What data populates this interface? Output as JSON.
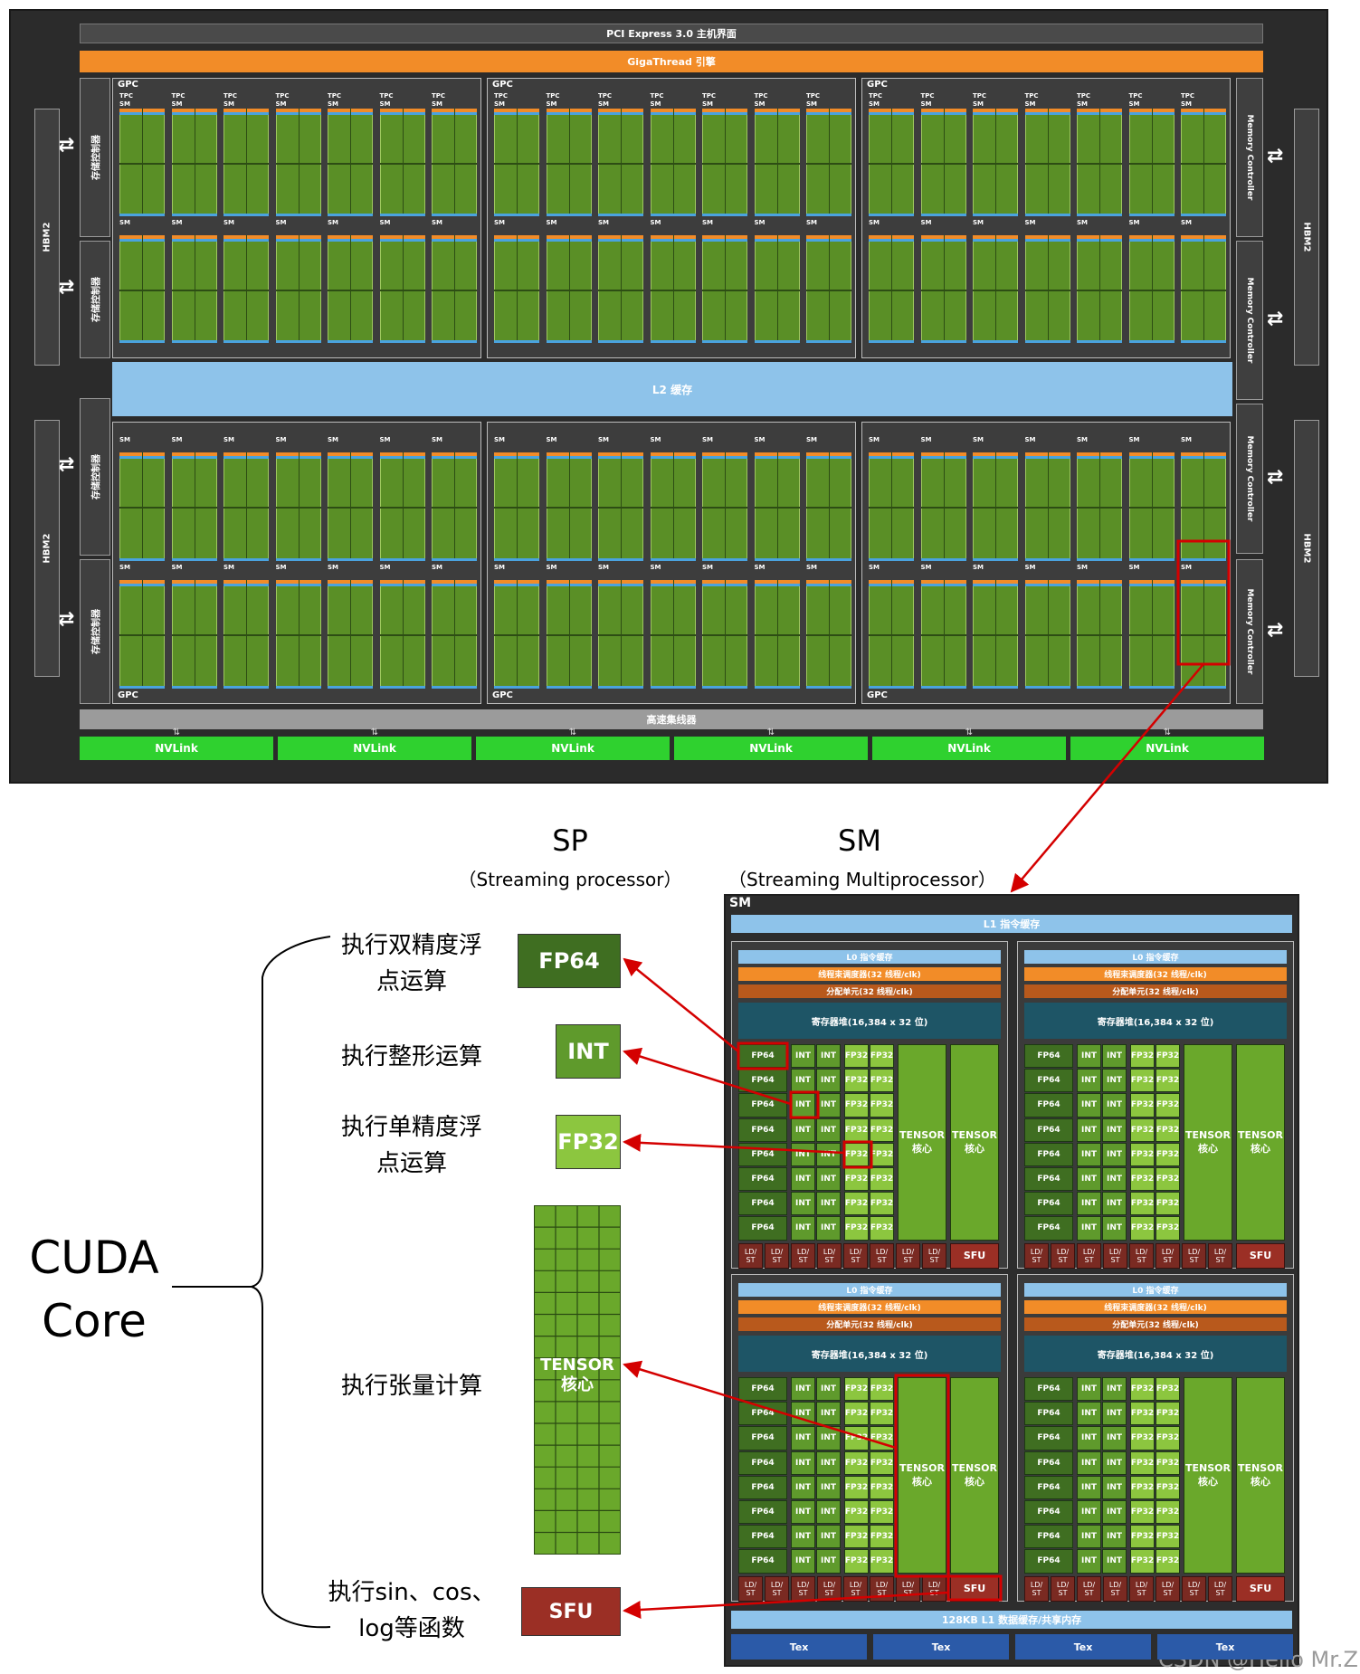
{
  "chip": {
    "pcie": "PCI Express 3.0 主机界面",
    "gigathread": "GigaThread 引擎",
    "l2": "L2 缓存",
    "highspeed_hub": "高速集线器",
    "gpc_label": "GPC",
    "tpc_label": "TPC",
    "sm_label": "SM",
    "memory_controller_cn": "存储控制器",
    "memory_controller_en": "Memory Controller",
    "hbm": "HBM2",
    "nvlink": [
      "NVLink",
      "NVLink",
      "NVLink",
      "NVLink",
      "NVLink",
      "NVLink"
    ],
    "colors": {
      "giga": "#f28c28",
      "l2": "#8ec3ea",
      "nvlink": "#2fd12f",
      "highlight": "#d40000"
    }
  },
  "sp": {
    "title": "SP",
    "subtitle": "（Streaming processor）"
  },
  "smhead": {
    "title": "SM",
    "subtitle": "（Streaming Multiprocessor）"
  },
  "cuda_core": {
    "line1": "CUDA",
    "line2": "Core"
  },
  "descriptions": {
    "fp64_l1": "执行双精度浮",
    "fp64_l2": "点运算",
    "int": "执行整形运算",
    "fp32_l1": "执行单精度浮",
    "fp32_l2": "点运算",
    "tensor": "执行张量计算",
    "sfu_l1": "执行sin、cos、",
    "sfu_l2": "log等函数"
  },
  "boxes": {
    "fp64": "FP64",
    "int": "INT",
    "fp32": "FP32",
    "tensor_l1": "TENSOR",
    "tensor_l2": "核心",
    "sfu": "SFU"
  },
  "sm": {
    "label": "SM",
    "l1_inst": "L1 指令缓存",
    "l0_inst": "L0 指令缓存",
    "warp": "线程束调度器(32 线程/clk)",
    "dispatch": "分配单元(32 线程/clk)",
    "regfile": "寄存器堆(16,384 x 32 位)",
    "fp64": "FP64",
    "int": "INT",
    "fp32": "FP32",
    "tensor_l1": "TENSOR",
    "tensor_l2": "核心",
    "ldst": "LD/ ST",
    "sfu": "SFU",
    "l1_data": "128KB L1 数据缓存/共享内存",
    "tex": [
      "Tex",
      "Tex",
      "Tex",
      "Tex"
    ]
  },
  "watermark": "CSDN @Hello Mr.Z"
}
